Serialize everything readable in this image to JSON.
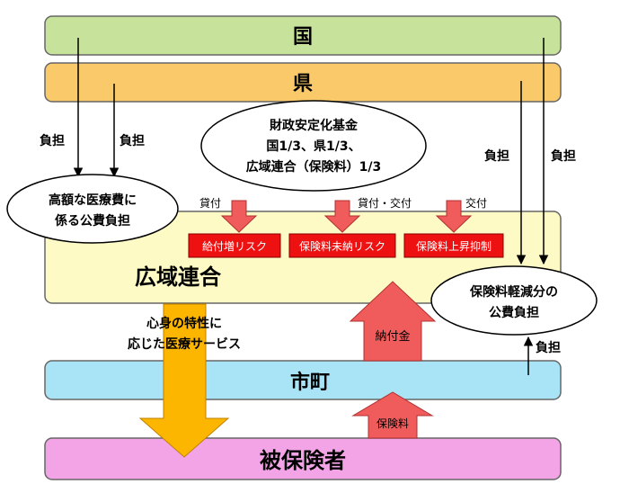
{
  "bands": {
    "kuni": "国",
    "ken": "県",
    "koiki": "広域連合",
    "shicho": "市町",
    "hihokensha": "被保険者"
  },
  "labels": {
    "futan_left1": "負担",
    "futan_left2": "負担",
    "futan_right1": "負担",
    "futan_right2": "負担",
    "futan_lower": "負担"
  },
  "fund": {
    "line1": "財政安定化基金",
    "line2": "国1/3、県1/3、",
    "line3": "広域連合（保険料）1/3"
  },
  "high_cost": {
    "line1": "高額な医療費に",
    "line2": "係る公費負担"
  },
  "reduction": {
    "line1": "保険料軽減分の",
    "line2": "公費負担"
  },
  "fund_flows": {
    "kashitsuke": "貸付",
    "kashitsuke_kofu": "貸付・交付",
    "kofu": "交付"
  },
  "risks": [
    "給付増リスク",
    "保険料未納リスク",
    "保険料上昇抑制"
  ],
  "service": {
    "line1": "心身の特性に",
    "line2": "応じた医療サービス"
  },
  "payments": {
    "nofukin": "納付金",
    "hokenryo": "保険料"
  },
  "colors": {
    "kuni_fill": "#c7e29a",
    "ken_fill": "#f9c96a",
    "koiki_fill": "#fefac5",
    "shicho_fill": "#a8e4f6",
    "hihokensha_fill": "#f2a4e6",
    "risk_red": "#ee1111",
    "arrow_red": "#f05c5c",
    "service_orange": "#fdb600"
  }
}
